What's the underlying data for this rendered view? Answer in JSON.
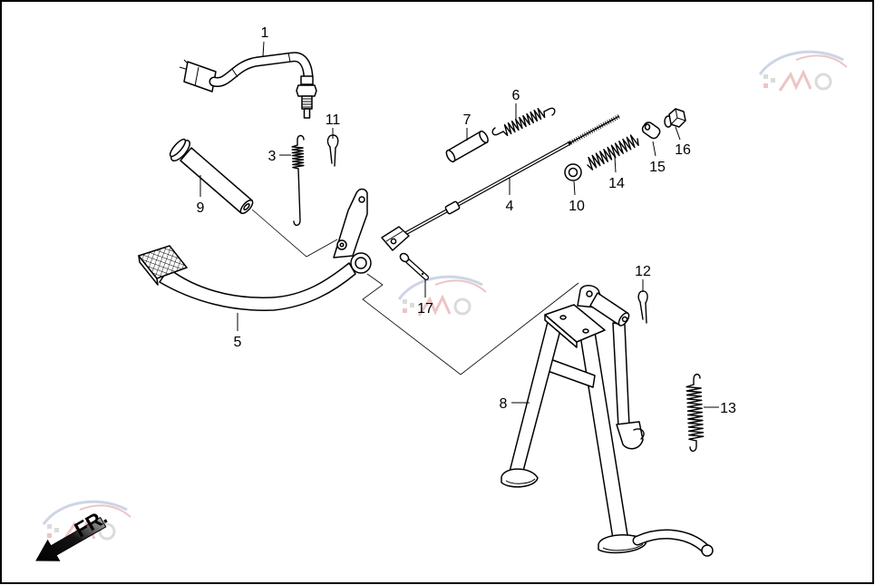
{
  "callouts": [
    "1",
    "11",
    "3",
    "9",
    "7",
    "6",
    "4",
    "10",
    "14",
    "15",
    "16",
    "5",
    "17",
    "12",
    "8",
    "13"
  ],
  "direction_label": "FR.",
  "colors": {
    "line": "#000000",
    "background": "#ffffff",
    "frame": "#000000"
  }
}
